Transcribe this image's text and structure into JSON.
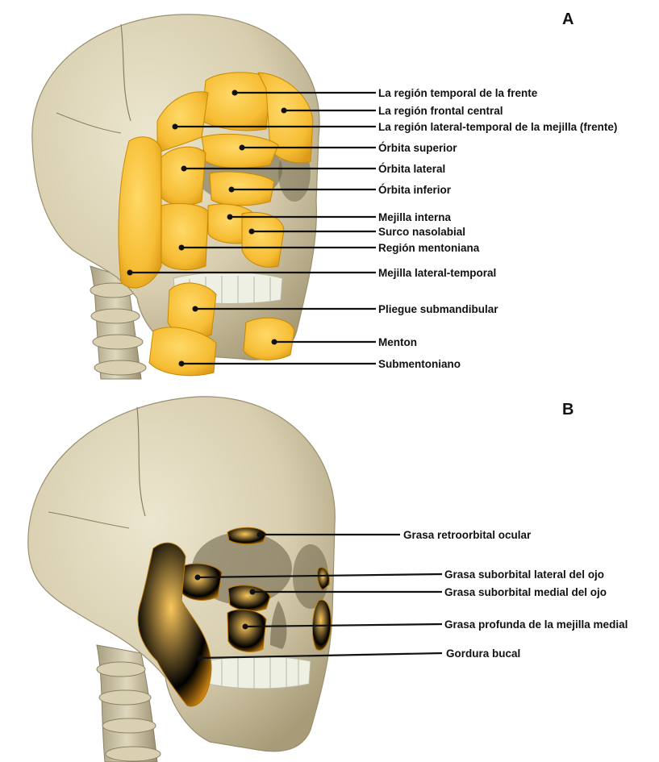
{
  "panels": [
    {
      "letter": "A",
      "labels": [
        "La región temporal de la frente",
        "La región frontal central",
        "La región lateral-temporal de la mejilla (frente)",
        "Órbita superior",
        "Órbita lateral",
        "Órbita inferior",
        "Mejilla interna",
        "Surco nasolabial",
        "Región mentoniana",
        "Mejilla lateral-temporal",
        "Pliegue submandibular",
        "Menton",
        "Submentoniano"
      ]
    },
    {
      "letter": "B",
      "labels": [
        "Grasa retroorbital ocular",
        "Grasa suborbital lateral del ojo",
        "Grasa suborbital medial del ojo",
        "Grasa profunda de la mejilla medial",
        "Gordura bucal"
      ]
    }
  ],
  "colors": {
    "bone": "#ddd4b6",
    "bone_shadow": "#b6ab8a",
    "fat_superficial": "#f7c23a",
    "fat_deep": "#eba52c",
    "teeth": "#eef0e4",
    "text": "#111111"
  }
}
